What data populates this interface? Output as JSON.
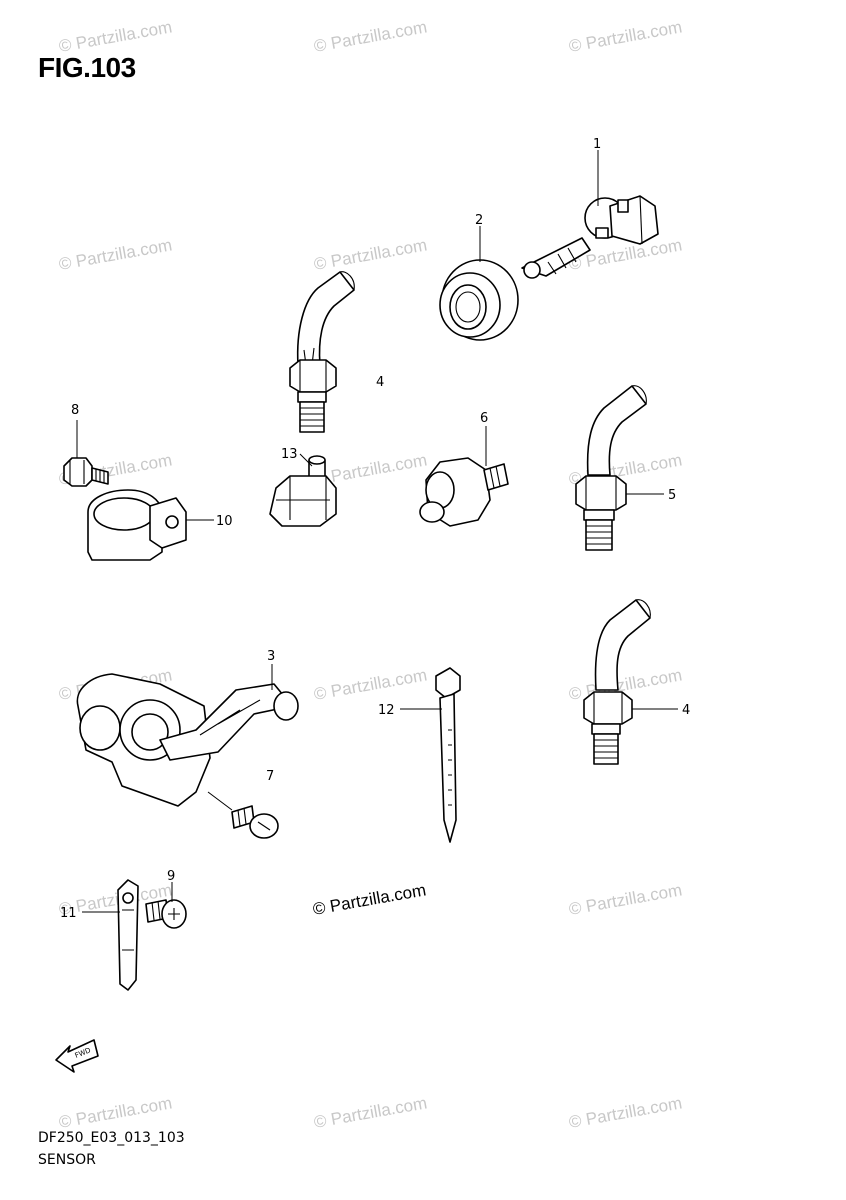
{
  "figure": {
    "title": "FIG.103"
  },
  "footer": {
    "code": "DF250_E03_013_103",
    "name": "SENSOR"
  },
  "watermark": {
    "text": "© Partzilla.com",
    "center_text": "© Partzilla.com"
  },
  "arrow": {
    "label": "FWD"
  },
  "callouts": {
    "p1": "1",
    "p2": "2",
    "p3": "3",
    "p4a": "4",
    "p4b": "4",
    "p5": "5",
    "p6": "6",
    "p7": "7",
    "p8": "8",
    "p9": "9",
    "p10": "10",
    "p11": "11",
    "p12": "12",
    "p13": "13"
  }
}
